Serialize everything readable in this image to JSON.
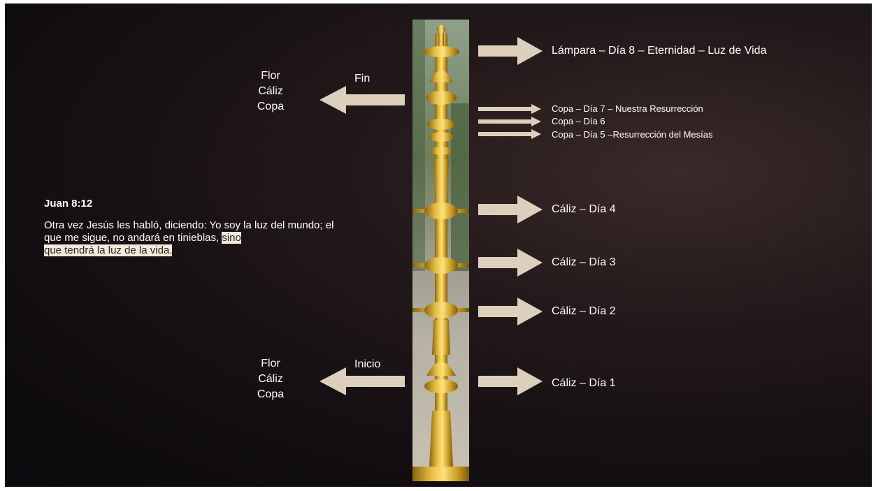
{
  "labels": {
    "lampara": "Lámpara – Día 8 – Eternidad  – Luz de Vida",
    "copa7": "Copa – Día 7 – Nuestra Resurrección",
    "copa6": "Copa – Día 6",
    "copa5": "Copa – Día 5 –Resurrección del Mesías",
    "caliz4": "Cáliz – Día 4",
    "caliz3": "Cáliz – Día 3",
    "caliz2": "Cáliz – Día 2",
    "caliz1": "Cáliz – Día 1"
  },
  "top_left": {
    "lines": [
      "Flor",
      "Cáliz",
      "Copa"
    ],
    "arrow_label": "Fin"
  },
  "bottom_left": {
    "lines": [
      "Flor",
      "Cáliz",
      "Copa"
    ],
    "arrow_label": "Inicio"
  },
  "verse": {
    "title": "Juan 8:12",
    "text_plain": "Otra vez Jesús les habló, diciendo: Yo soy la luz del mundo; el que me sigue, no andará en tinieblas, ",
    "text_highlight1": "sino",
    "text_highlight2": "que tendrá la luz de la vida."
  },
  "colors": {
    "arrow": "#dcd0bd",
    "gold": "#c9a227"
  },
  "icons": {
    "right": "arrow-right-icon",
    "left": "arrow-left-icon"
  }
}
